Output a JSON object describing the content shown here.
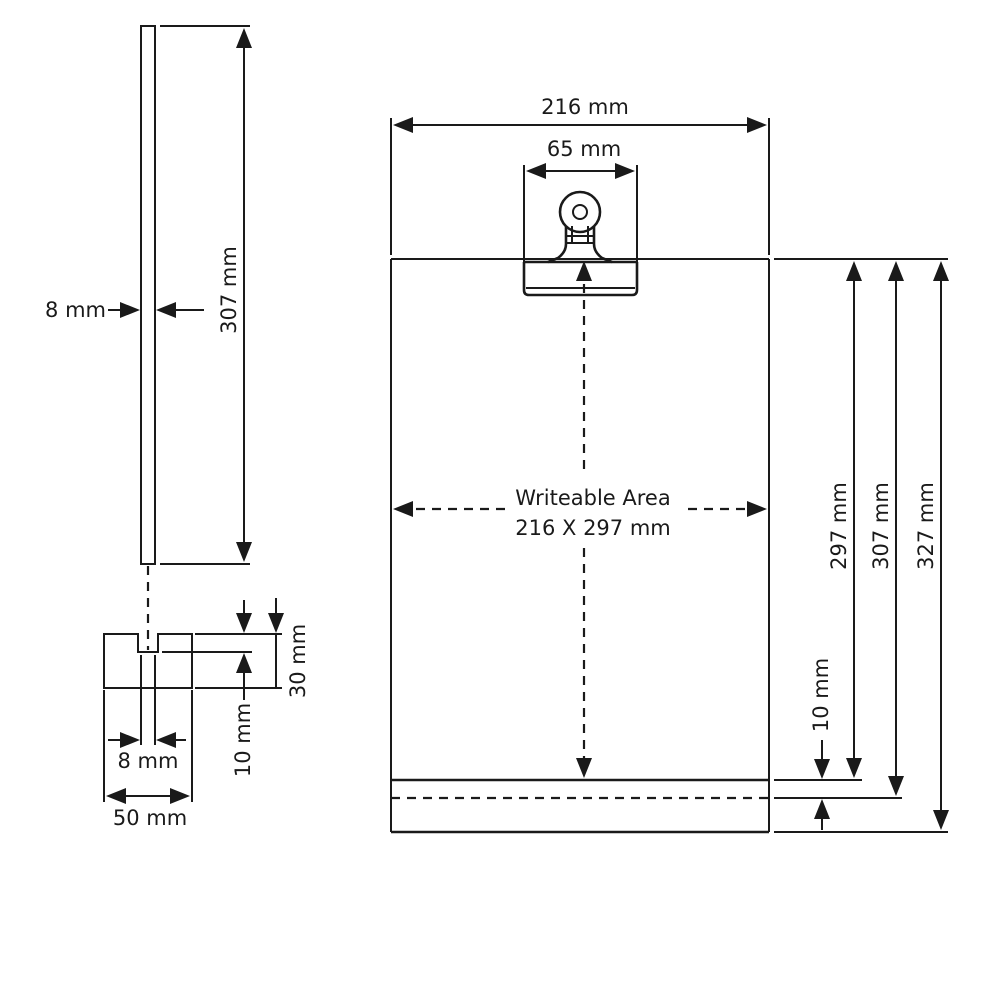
{
  "colors": {
    "line": "#1a1a1a",
    "background": "#ffffff"
  },
  "side_view": {
    "thickness_label": "8 mm",
    "height_label": "307 mm"
  },
  "base_view": {
    "height_label": "30 mm",
    "slot_depth_label": "10 mm",
    "slot_width_label": "8 mm",
    "width_label": "50 mm"
  },
  "front_view": {
    "width_label": "216 mm",
    "clip_width_label": "65 mm",
    "writeable_area_title": "Writeable Area",
    "writeable_area_size": "216 X 297 mm",
    "height_297_label": "297 mm",
    "height_307_label": "307 mm",
    "height_327_label": "327 mm",
    "bottom_margin_label": "10 mm"
  },
  "icons": {
    "clip": "binder-clip-icon"
  }
}
